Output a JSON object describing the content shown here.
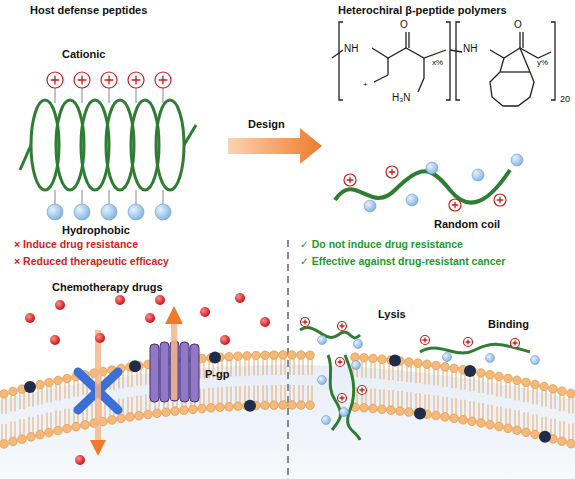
{
  "diagram": {
    "labels": [
      "Host defense peptides",
      "Heterochiral β-peptide polymers",
      "Cationic",
      "Hydrophobic",
      "Design",
      "NH",
      "O",
      "x%",
      "NH",
      "O",
      "y%",
      "20",
      "+",
      "H₃N",
      "Random coil",
      "× Induce drug resistance",
      "× Reduced therapeutic efficacy",
      "✓ Do not induce drug resistance",
      "✓ Effective against drug-resistant cancer",
      "Chemotherapy drugs",
      "P-gp",
      "Lysis",
      "Binding"
    ]
  }
}
